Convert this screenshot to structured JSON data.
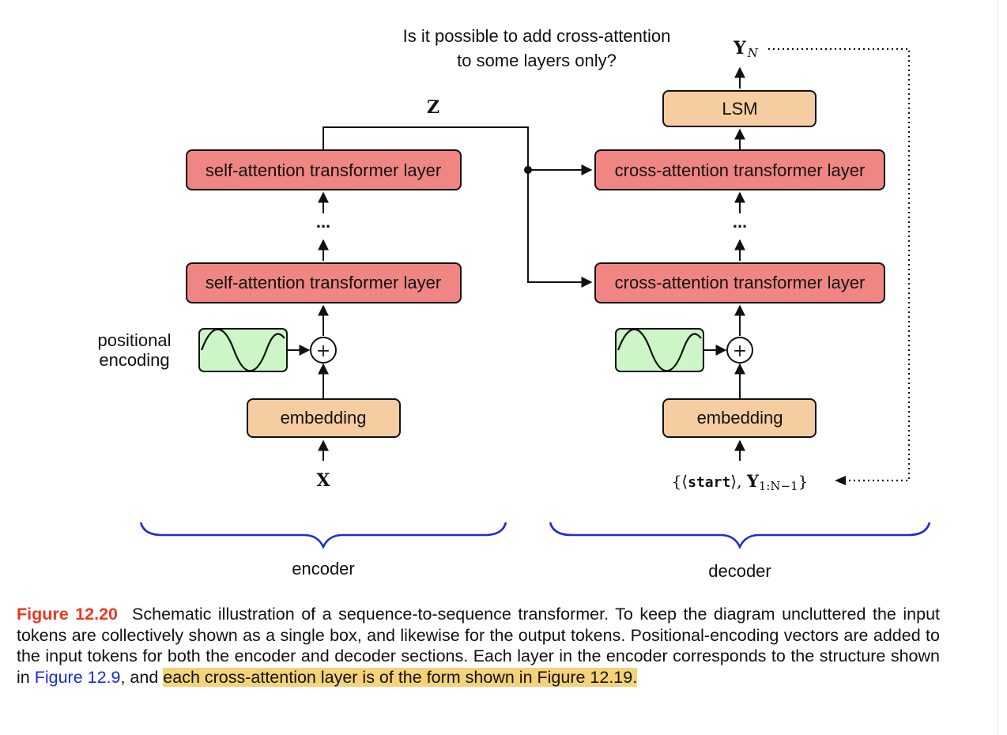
{
  "diagram": {
    "question_line1": "Is it possible to add cross-attention",
    "question_line2": "to some layers only?",
    "z_label": "Z",
    "yn_main": "Y",
    "yn_sub": "N",
    "encoder": {
      "top_layer": "self-attention transformer layer",
      "ellipsis": "...",
      "bottom_layer": "self-attention transformer layer",
      "positional_label_line1": "positional",
      "positional_label_line2": "encoding",
      "embedding": "embedding",
      "input_label": "X",
      "brace_label": "encoder"
    },
    "decoder": {
      "lsm": "LSM",
      "top_layer": "cross-attention transformer layer",
      "ellipsis": "...",
      "bottom_layer": "cross-attention transformer layer",
      "embedding": "embedding",
      "input_open": "{⟨",
      "input_start": "start",
      "input_mid": "⟩, ",
      "input_y": "Y",
      "input_sub": "1:N−1",
      "input_close": "}",
      "brace_label": "decoder"
    },
    "plus_symbol": "+",
    "colors": {
      "layer_fill": "#ef8683",
      "embed_fill": "#f6cda0",
      "pos_fill": "#cdf5c8",
      "brace": "#1c2bd9",
      "caption_label": "#e8391d",
      "xref": "#1a2bd8",
      "highlight": "#f4d27a"
    }
  },
  "caption": {
    "label": "Figure 12.20",
    "text1": "Schematic illustration of a sequence-to-sequence transformer. To keep the diagram uncluttered the input tokens are collectively shown as a single box, and likewise for the output tokens. Positional-encoding vectors are added to the input tokens for both the encoder and decoder sections. Each layer in the encoder corresponds to the structure shown in ",
    "xref": "Figure 12.9",
    "text2": ", and ",
    "highlight": "each cross-attention layer is of the form shown in Figure 12.19."
  }
}
